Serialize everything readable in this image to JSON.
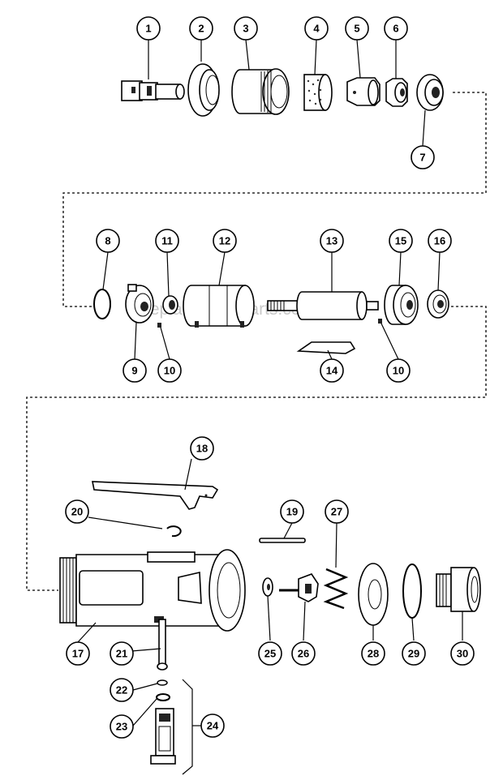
{
  "watermark": "eReplacementParts.com",
  "callouts": [
    {
      "id": "c1",
      "label": "1"
    },
    {
      "id": "c2",
      "label": "2"
    },
    {
      "id": "c3",
      "label": "3"
    },
    {
      "id": "c4",
      "label": "4"
    },
    {
      "id": "c5",
      "label": "5"
    },
    {
      "id": "c6",
      "label": "6"
    },
    {
      "id": "c7",
      "label": "7"
    },
    {
      "id": "c8",
      "label": "8"
    },
    {
      "id": "c9",
      "label": "9"
    },
    {
      "id": "c10a",
      "label": "10"
    },
    {
      "id": "c10b",
      "label": "10"
    },
    {
      "id": "c11",
      "label": "11"
    },
    {
      "id": "c12",
      "label": "12"
    },
    {
      "id": "c13",
      "label": "13"
    },
    {
      "id": "c14",
      "label": "14"
    },
    {
      "id": "c15",
      "label": "15"
    },
    {
      "id": "c16",
      "label": "16"
    },
    {
      "id": "c17",
      "label": "17"
    },
    {
      "id": "c18",
      "label": "18"
    },
    {
      "id": "c19",
      "label": "19"
    },
    {
      "id": "c20",
      "label": "20"
    },
    {
      "id": "c21",
      "label": "21"
    },
    {
      "id": "c22",
      "label": "22"
    },
    {
      "id": "c23",
      "label": "23"
    },
    {
      "id": "c24",
      "label": "24"
    },
    {
      "id": "c25",
      "label": "25"
    },
    {
      "id": "c26",
      "label": "26"
    },
    {
      "id": "c27",
      "label": "27"
    },
    {
      "id": "c28",
      "label": "28"
    },
    {
      "id": "c29",
      "label": "29"
    },
    {
      "id": "c30",
      "label": "30"
    }
  ]
}
